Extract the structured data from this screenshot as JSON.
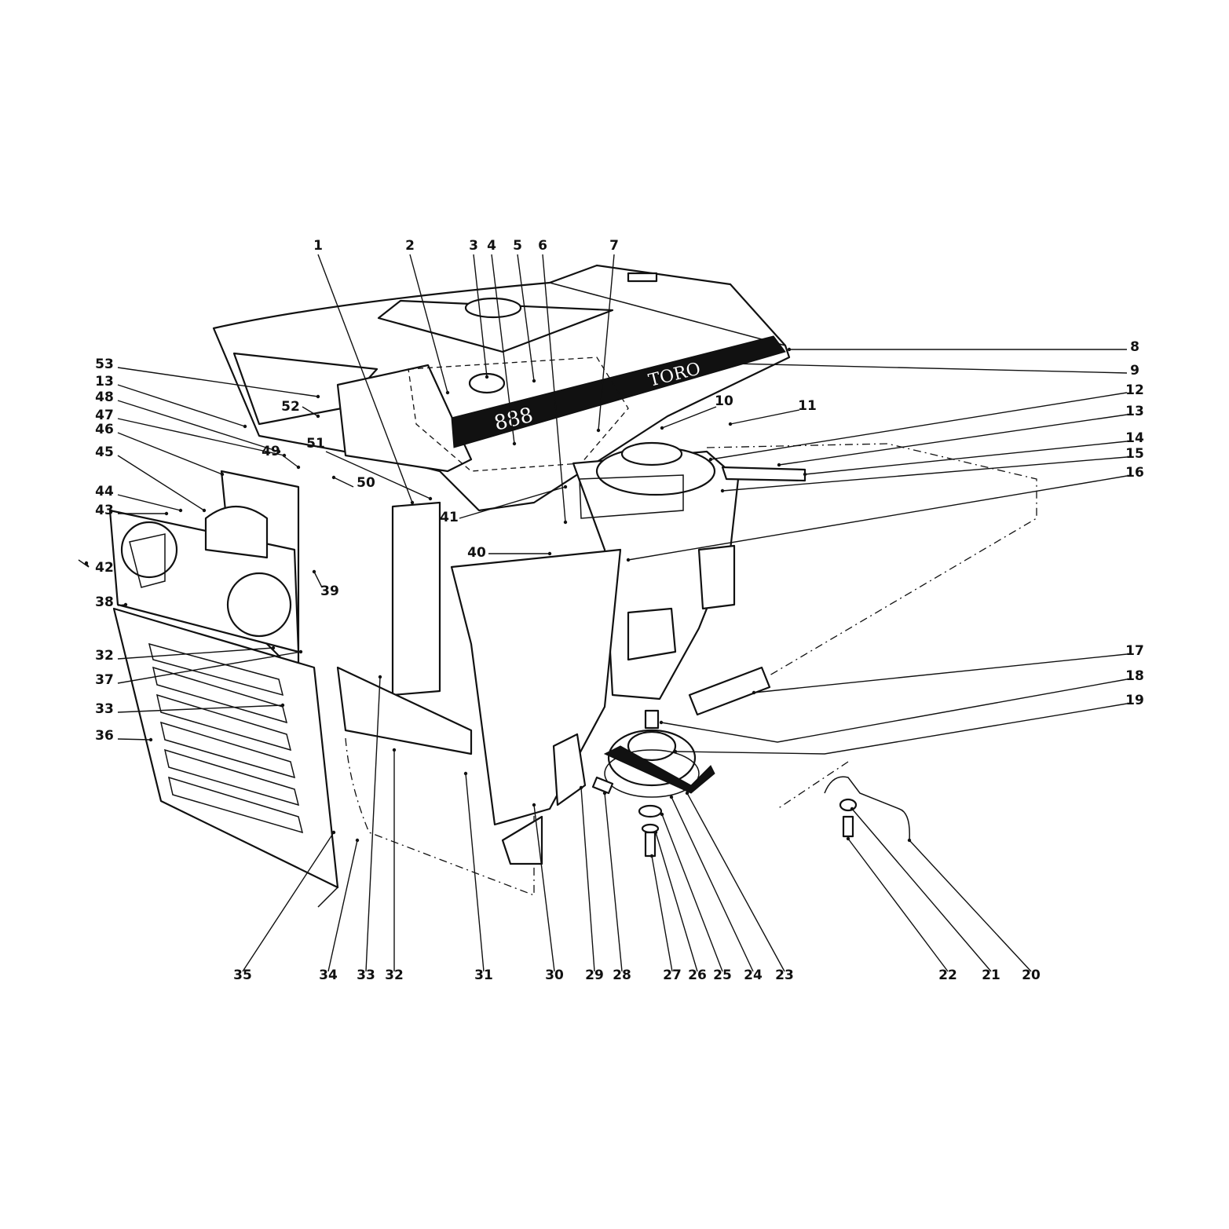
{
  "hood_decal": {
    "brand": "TORO",
    "model": "888"
  },
  "callouts": [
    {
      "id": "c1",
      "label": "1"
    },
    {
      "id": "c2",
      "label": "2"
    },
    {
      "id": "c3",
      "label": "3"
    },
    {
      "id": "c4",
      "label": "4"
    },
    {
      "id": "c5",
      "label": "5"
    },
    {
      "id": "c6",
      "label": "6"
    },
    {
      "id": "c7",
      "label": "7"
    },
    {
      "id": "c8",
      "label": "8"
    },
    {
      "id": "c9",
      "label": "9"
    },
    {
      "id": "c10",
      "label": "10"
    },
    {
      "id": "c11",
      "label": "11"
    },
    {
      "id": "c12",
      "label": "12"
    },
    {
      "id": "c13a",
      "label": "13"
    },
    {
      "id": "c14",
      "label": "14"
    },
    {
      "id": "c15",
      "label": "15"
    },
    {
      "id": "c16",
      "label": "16"
    },
    {
      "id": "c17",
      "label": "17"
    },
    {
      "id": "c18",
      "label": "18"
    },
    {
      "id": "c19",
      "label": "19"
    },
    {
      "id": "c20",
      "label": "20"
    },
    {
      "id": "c21",
      "label": "21"
    },
    {
      "id": "c22",
      "label": "22"
    },
    {
      "id": "c23",
      "label": "23"
    },
    {
      "id": "c24",
      "label": "24"
    },
    {
      "id": "c25",
      "label": "25"
    },
    {
      "id": "c26",
      "label": "26"
    },
    {
      "id": "c27",
      "label": "27"
    },
    {
      "id": "c28",
      "label": "28"
    },
    {
      "id": "c29",
      "label": "29"
    },
    {
      "id": "c30",
      "label": "30"
    },
    {
      "id": "c31",
      "label": "31"
    },
    {
      "id": "c32a",
      "label": "32"
    },
    {
      "id": "c33a",
      "label": "33"
    },
    {
      "id": "c34",
      "label": "34"
    },
    {
      "id": "c35",
      "label": "35"
    },
    {
      "id": "c36",
      "label": "36"
    },
    {
      "id": "c33b",
      "label": "33"
    },
    {
      "id": "c37",
      "label": "37"
    },
    {
      "id": "c32b",
      "label": "32"
    },
    {
      "id": "c38",
      "label": "38"
    },
    {
      "id": "c42",
      "label": "42"
    },
    {
      "id": "c43",
      "label": "43"
    },
    {
      "id": "c44",
      "label": "44"
    },
    {
      "id": "c45",
      "label": "45"
    },
    {
      "id": "c46",
      "label": "46"
    },
    {
      "id": "c47",
      "label": "47"
    },
    {
      "id": "c48",
      "label": "48"
    },
    {
      "id": "c13b",
      "label": "13"
    },
    {
      "id": "c53",
      "label": "53"
    },
    {
      "id": "c52",
      "label": "52"
    },
    {
      "id": "c49",
      "label": "49"
    },
    {
      "id": "c51",
      "label": "51"
    },
    {
      "id": "c50",
      "label": "50"
    },
    {
      "id": "c39",
      "label": "39"
    },
    {
      "id": "c41",
      "label": "41"
    },
    {
      "id": "c40",
      "label": "40"
    }
  ]
}
